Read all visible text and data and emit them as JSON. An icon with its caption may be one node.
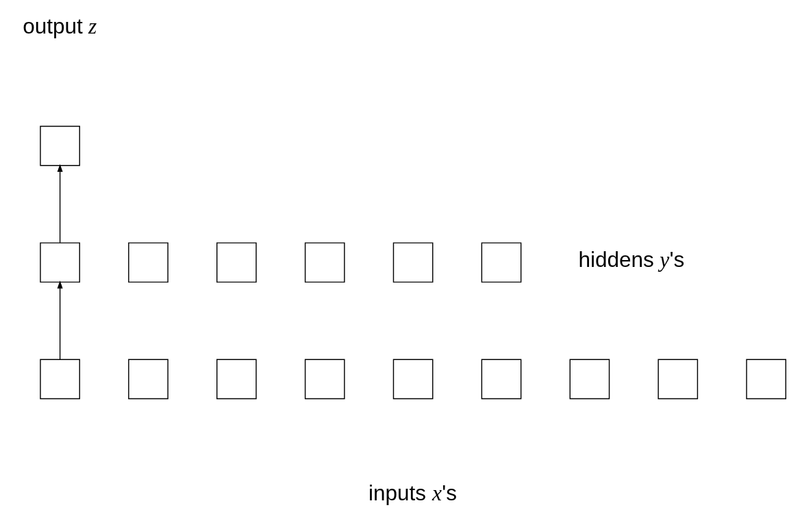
{
  "diagram": {
    "nodes": [
      {
        "text": [],
        "shape": "box"
      },
      {
        "text": [],
        "shape": "box"
      },
      {
        "text": [],
        "shape": "box"
      },
      {
        "text": [],
        "shape": "box"
      },
      {
        "text": [],
        "shape": "box"
      },
      {
        "text": [],
        "shape": "box"
      },
      {
        "text": [],
        "shape": "box"
      },
      {
        "text": [],
        "shape": "box"
      },
      {
        "text": [],
        "shape": "box"
      },
      {
        "text": [],
        "shape": "box"
      },
      {
        "text": [],
        "shape": "box"
      },
      {
        "text": [],
        "shape": "box"
      },
      {
        "text": [],
        "shape": "box"
      },
      {
        "text": [],
        "shape": "box"
      },
      {
        "text": [],
        "shape": "box"
      },
      {
        "text": [],
        "shape": "box"
      }
    ],
    "edges": [
      {
        "from": 7,
        "to": 1,
        "arrow": "to"
      },
      {
        "from": 1,
        "to": 0,
        "arrow": "to"
      }
    ],
    "labels": [
      "output *z*",
      "hiddens *y*'s",
      "inputs *x*'s"
    ]
  }
}
